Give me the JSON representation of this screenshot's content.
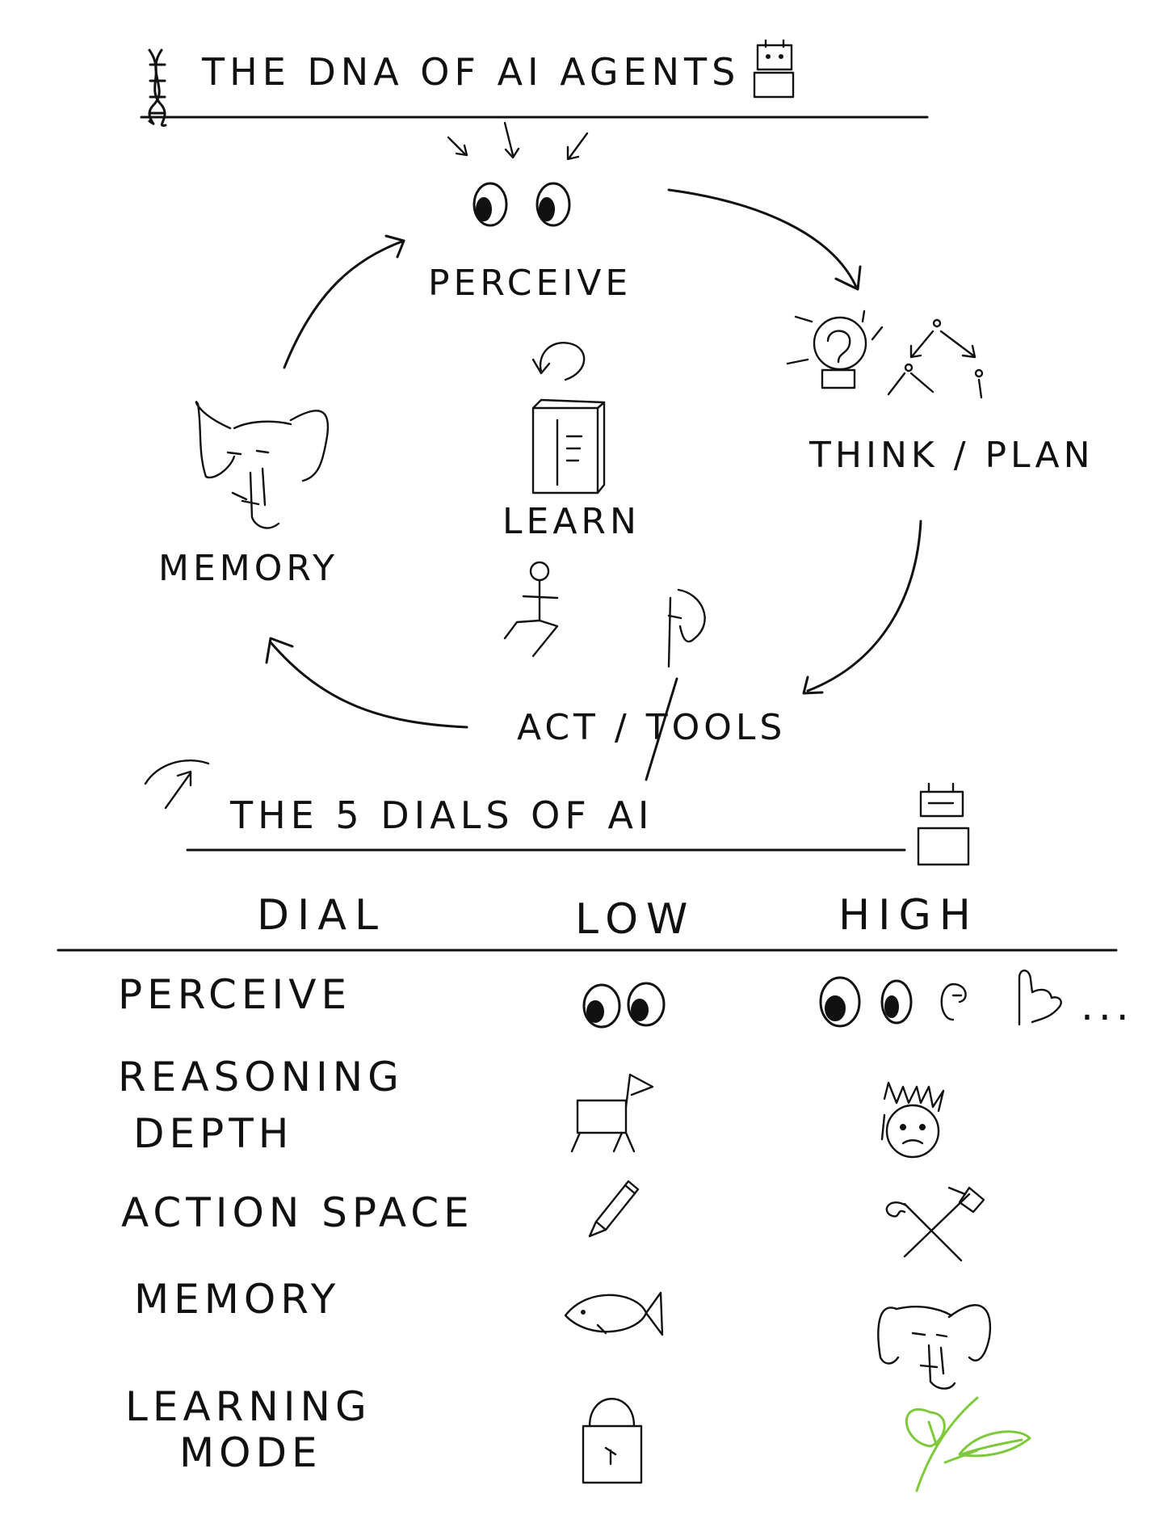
{
  "dna_section": {
    "title": "THE DNA OF AI AGENTS",
    "stages": {
      "perceive": "PERCEIVE",
      "think_plan": "THINK / PLAN",
      "act_tools": "ACT / TOOLS",
      "memory": "MEMORY",
      "learn": "LEARN"
    }
  },
  "dials_section": {
    "title": "THE 5 DIALS OF AI",
    "columns": [
      "DIAL",
      "LOW",
      "HIGH"
    ],
    "rows": [
      {
        "dial_line1": "PERCEIVE",
        "dial_line2": "",
        "low_icon": "two-eyes-icon",
        "high_icon": "eyes-ear-hand-icon",
        "high_suffix": "..."
      },
      {
        "dial_line1": "REASONING",
        "dial_line2": "DEPTH",
        "low_icon": "rocking-horse-icon",
        "high_icon": "thinking-head-icon",
        "high_suffix": ""
      },
      {
        "dial_line1": "ACTION SPACE",
        "dial_line2": "",
        "low_icon": "pencil-icon",
        "high_icon": "crossed-tools-icon",
        "high_suffix": ""
      },
      {
        "dial_line1": "MEMORY",
        "dial_line2": "",
        "low_icon": "fish-icon",
        "high_icon": "elephant-icon",
        "high_suffix": ""
      },
      {
        "dial_line1": "LEARNING",
        "dial_line2": "MODE",
        "low_icon": "padlock-icon",
        "high_icon": "sprout-icon",
        "high_suffix": ""
      }
    ]
  },
  "colors": {
    "ink": "#111111",
    "sprout": "#7ec93b",
    "paper": "#ffffff"
  }
}
